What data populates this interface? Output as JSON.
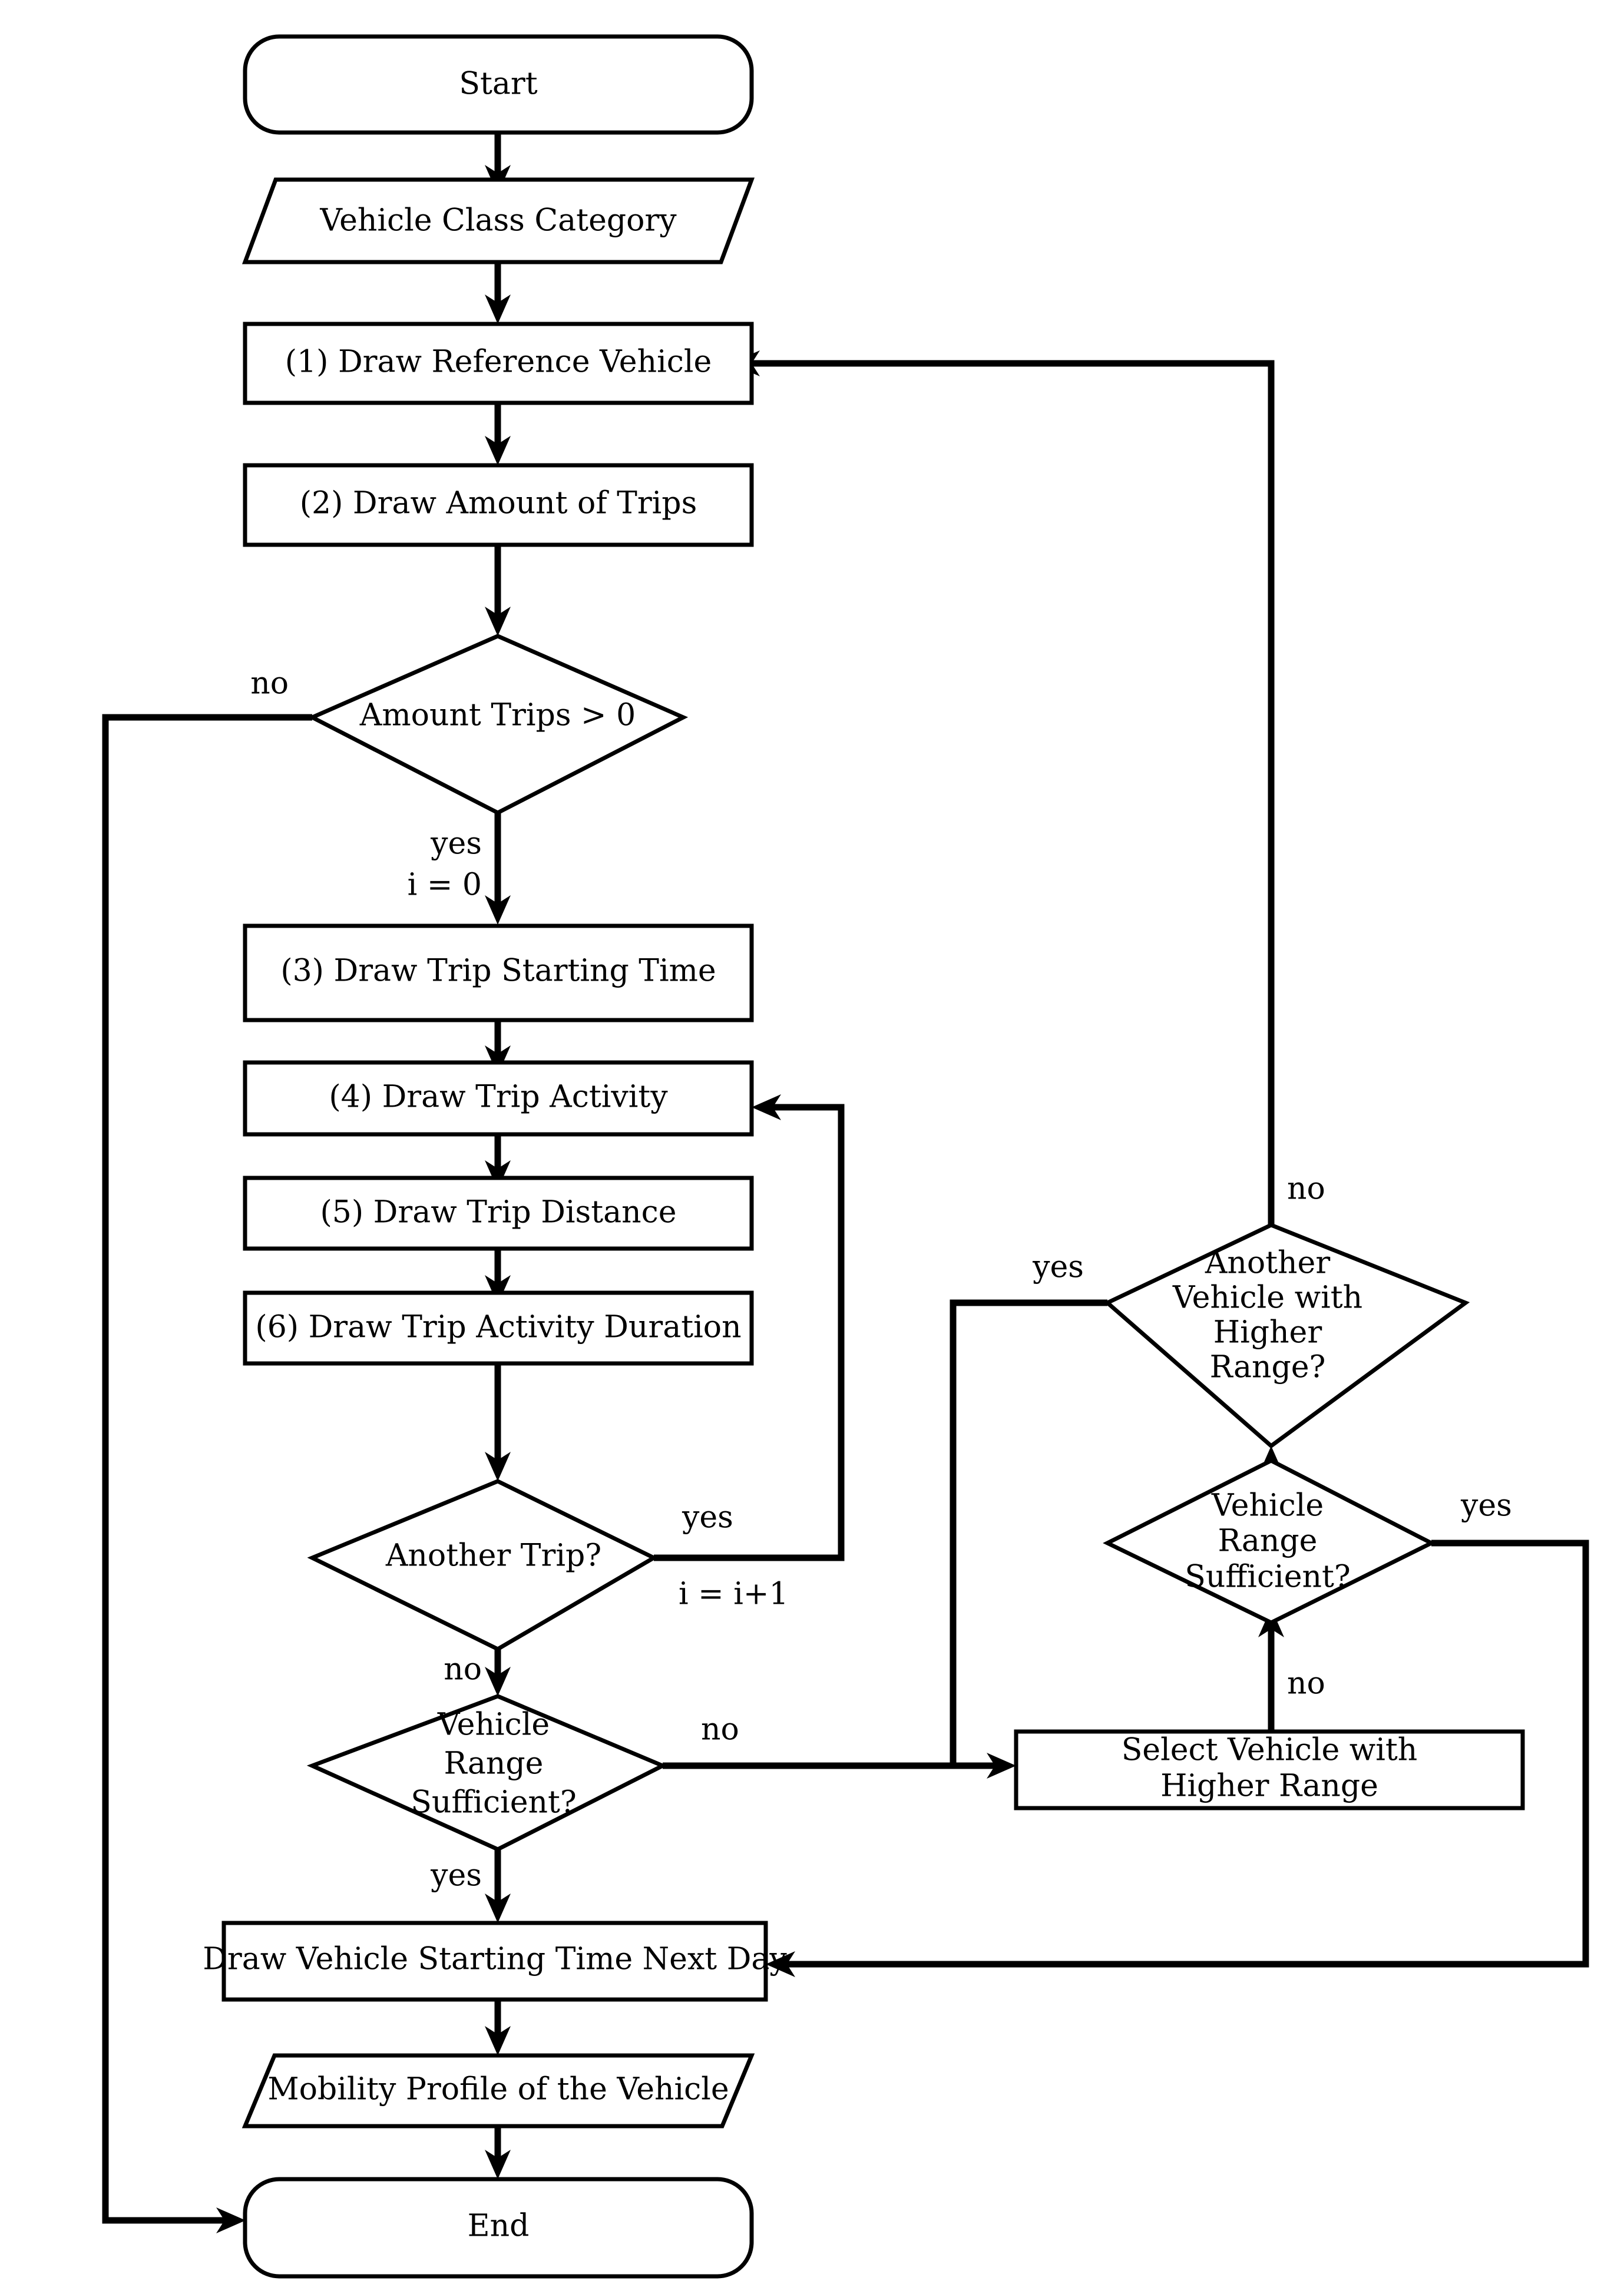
{
  "diagram": {
    "type": "flowchart",
    "title": "",
    "orientation": "top-to-bottom",
    "background_color": "#ffffff",
    "line_color": "#000000",
    "shape_fill": "#ffffff"
  },
  "nodes": {
    "start": {
      "label": "Start",
      "shape": "terminator"
    },
    "input_vehicle_class": {
      "label": "Vehicle Class Category",
      "shape": "parallelogram-io"
    },
    "step1": {
      "label": "(1) Draw Reference Vehicle",
      "shape": "process"
    },
    "step2": {
      "label": "(2) Draw Amount of Trips",
      "shape": "process"
    },
    "decision_amount_trips": {
      "label": "Amount Trips > 0",
      "shape": "decision"
    },
    "step3": {
      "label": "(3) Draw Trip Starting Time",
      "shape": "process"
    },
    "step4": {
      "label": "(4) Draw Trip Activity",
      "shape": "process"
    },
    "step5": {
      "label": "(5) Draw Trip Distance",
      "shape": "process"
    },
    "step6": {
      "label": "(6) Draw Trip Activity Duration",
      "shape": "process"
    },
    "decision_another_trip": {
      "label": "Another Trip?",
      "shape": "decision"
    },
    "decision_range_left": {
      "label_lines": [
        "Vehicle",
        "Range",
        "Sufficient?"
      ],
      "shape": "decision"
    },
    "decision_range_right": {
      "label_lines": [
        "Vehicle",
        "Range",
        "Sufficient?"
      ],
      "shape": "decision"
    },
    "decision_another_vehicle": {
      "label_lines": [
        "Another",
        "Vehicle with",
        "Higher",
        "Range?"
      ],
      "shape": "decision"
    },
    "select_vehicle": {
      "label_lines": [
        "Select Vehicle with",
        "Higher Range"
      ],
      "shape": "process"
    },
    "draw_next_day": {
      "label": "Draw Vehicle Starting Time Next Day",
      "shape": "process"
    },
    "output_profile": {
      "label": "Mobility Profile of the Vehicle",
      "shape": "parallelogram-io"
    },
    "end": {
      "label": "End",
      "shape": "terminator"
    }
  },
  "edge_labels": {
    "amount_trips_no": "no",
    "amount_trips_yes": "yes",
    "amount_trips_yes_init": "i = 0",
    "another_trip_yes": "yes",
    "another_trip_increment": "i = i+1",
    "another_trip_no": "no",
    "range_left_no": "no",
    "range_left_yes": "yes",
    "range_right_no": "no",
    "range_right_yes": "yes",
    "another_vehicle_no": "no",
    "another_vehicle_yes": "yes"
  },
  "edges": [
    {
      "from": "start",
      "to": "input_vehicle_class",
      "label": ""
    },
    {
      "from": "input_vehicle_class",
      "to": "step1",
      "label": ""
    },
    {
      "from": "step1",
      "to": "step2",
      "label": ""
    },
    {
      "from": "step2",
      "to": "decision_amount_trips",
      "label": ""
    },
    {
      "from": "decision_amount_trips",
      "to": "end",
      "label": "no"
    },
    {
      "from": "decision_amount_trips",
      "to": "step3",
      "label": "yes / i = 0"
    },
    {
      "from": "step3",
      "to": "step4",
      "label": ""
    },
    {
      "from": "step4",
      "to": "step5",
      "label": ""
    },
    {
      "from": "step5",
      "to": "step6",
      "label": ""
    },
    {
      "from": "step6",
      "to": "decision_another_trip",
      "label": ""
    },
    {
      "from": "decision_another_trip",
      "to": "step4",
      "label": "yes / i = i+1"
    },
    {
      "from": "decision_another_trip",
      "to": "decision_range_left",
      "label": "no"
    },
    {
      "from": "decision_range_left",
      "to": "select_vehicle",
      "label": "no"
    },
    {
      "from": "decision_range_left",
      "to": "draw_next_day",
      "label": "yes"
    },
    {
      "from": "select_vehicle",
      "to": "decision_range_right",
      "label": ""
    },
    {
      "from": "decision_range_right",
      "to": "decision_another_vehicle",
      "label": "no"
    },
    {
      "from": "decision_range_right",
      "to": "draw_next_day",
      "label": "yes"
    },
    {
      "from": "decision_another_vehicle",
      "to": "step1",
      "label": "no"
    },
    {
      "from": "decision_another_vehicle",
      "to": "step4",
      "label": "yes"
    },
    {
      "from": "draw_next_day",
      "to": "output_profile",
      "label": ""
    },
    {
      "from": "output_profile",
      "to": "end",
      "label": ""
    }
  ]
}
